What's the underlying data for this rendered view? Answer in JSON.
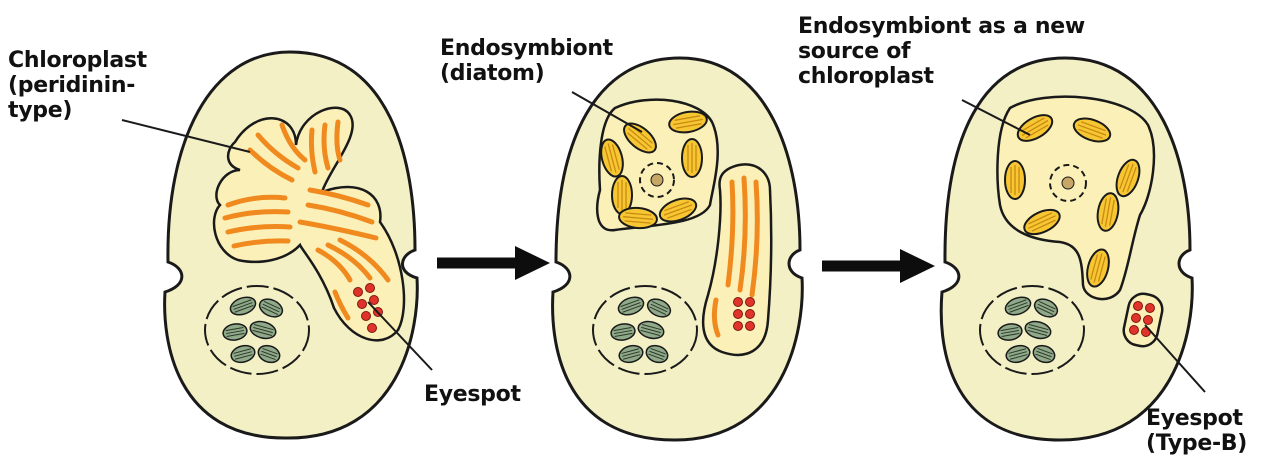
{
  "labels": {
    "chloroplast": [
      "Chloroplast",
      "(peridinin-",
      "type)"
    ],
    "endosymbiont": [
      "Endosymbiont",
      "(diatom)"
    ],
    "new_source": [
      "Endosymbiont as a new",
      "source of",
      "chloroplast"
    ],
    "eyespot_1": [
      "Eyespot"
    ],
    "eyespot_2": [
      "Eyespot",
      "(Type-B)"
    ]
  },
  "colors": {
    "cell_fill": "#f3f0c6",
    "outline": "#1a1a1a",
    "plastid_fill": "#fbf1b8",
    "stripe": "#f08a1e",
    "disc_fill": "#f6c733",
    "eyespot_dot": "#e0332a",
    "nucleus_green": "#8fa989"
  }
}
